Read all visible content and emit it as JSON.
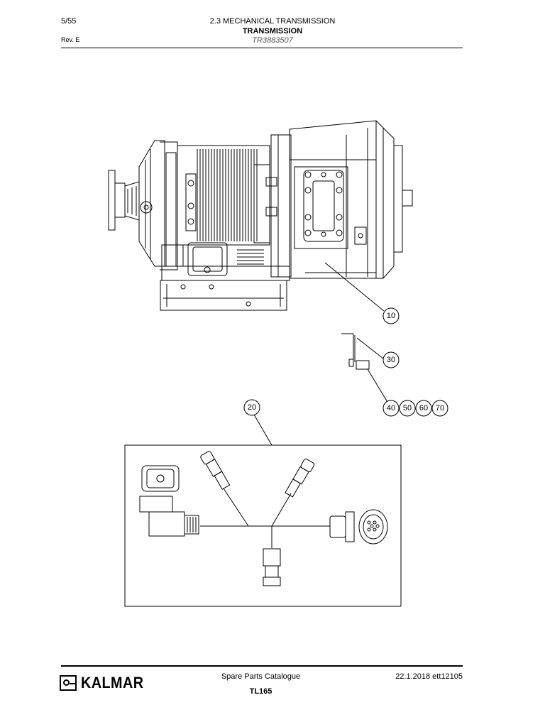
{
  "header": {
    "page": "5/55",
    "revision": "Rev. E",
    "section": "2.3 MECHANICAL TRANSMISSION",
    "title": "TRANSMISSION",
    "code": "TR3883507"
  },
  "callouts": [
    "10",
    "30",
    "20",
    "40",
    "50",
    "60",
    "70"
  ],
  "footer": {
    "brand": "KALMAR",
    "catalogue": "Spare Parts Catalogue",
    "model": "TL165",
    "date_ref": "22.1.2018 ett12105"
  }
}
